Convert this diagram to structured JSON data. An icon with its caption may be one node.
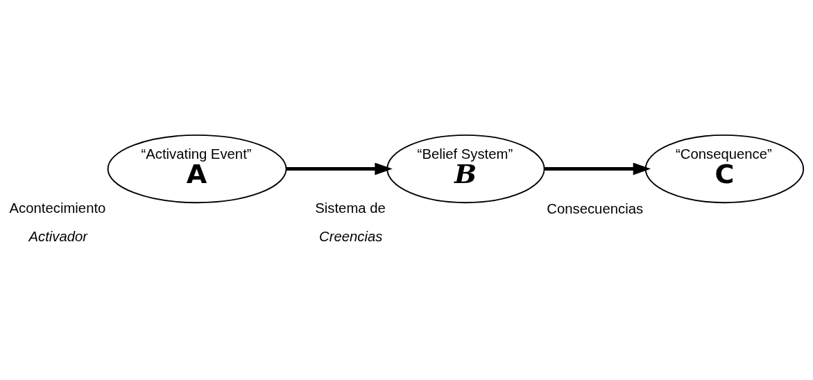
{
  "diagram": {
    "nodes": [
      {
        "text": [
          "“Activating Event”",
          "A"
        ],
        "beside": [
          "Acontecimiento",
          "Activador"
        ]
      },
      {
        "text": [
          "“Belief System”",
          "B"
        ],
        "beside": [
          "Sistema de",
          "Creencias"
        ]
      },
      {
        "text": [
          "“Consequence”",
          "C"
        ],
        "beside": [
          "Consecuencias"
        ]
      }
    ],
    "edges": [
      {
        "from": 0,
        "to": 1,
        "arrow": "to"
      },
      {
        "from": 1,
        "to": 2,
        "arrow": "to"
      }
    ]
  }
}
